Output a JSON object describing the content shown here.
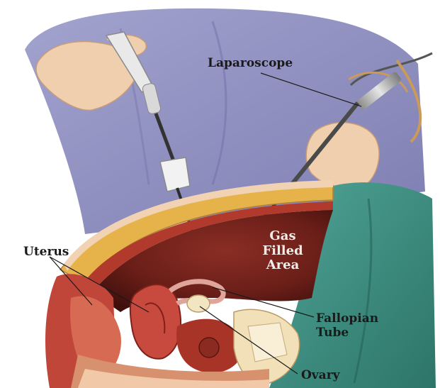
{
  "labels": {
    "laparoscope": "Laparoscope",
    "uterus": "Uterus",
    "gas_line1": "Gas",
    "gas_line2": "Filled",
    "gas_line3": "Area",
    "fallopian_line1": "Fallopian",
    "fallopian_line2": "Tube",
    "ovary": "Ovary"
  },
  "colors": {
    "gown": "#8f8fbf",
    "drape": "#3f8f82",
    "tissue_red": "#a8342c",
    "cavity": "#6a1e18",
    "skin": "#f1d2b3",
    "fat": "#e8b84a",
    "label_text": "#1a1a1a",
    "label_light": "#f4ece6"
  }
}
